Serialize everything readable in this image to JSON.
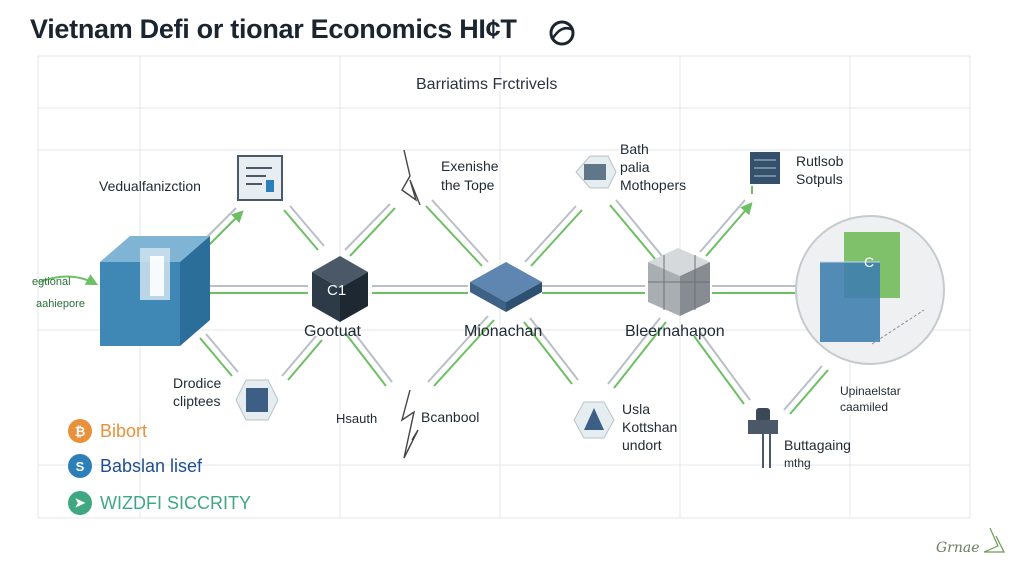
{
  "title": "Vietnam Defi or tionar Economics HI¢T",
  "subtitle": "Barriatims Frctrivels",
  "nodes": {
    "main_label_1": "Gootuat",
    "main_label_2": "Mionachan",
    "main_label_3": "Bleernahapon",
    "cube_code": "C1",
    "right_box_code": "C"
  },
  "labels": {
    "left_green": "egtional",
    "left_green_2": "aahiepore",
    "top_left": "Vedualfanizction",
    "top_mid_1": "Exenishe",
    "top_mid_2": "the Tope",
    "top_right_1": "Bath",
    "top_right_2": "palia",
    "top_right_3": "Mothopers",
    "far_right_1": "Rutlsob",
    "far_right_2": "Sotpuls",
    "bottom_left_1": "Drodice",
    "bottom_left_2": "cliptees",
    "bottom_mid_1": "Hsauth",
    "bottom_mid_2": "Bcanbool",
    "bottom_right_1": "Usla",
    "bottom_right_2": "Kottshan",
    "bottom_right_3": "undort",
    "far_bottom_1": "Buttagaing",
    "far_bottom_2": "mthg",
    "right_note_1": "Upinaelstar",
    "right_note_2": "caamiled"
  },
  "legend": [
    {
      "text": "Bibort",
      "color": "#e8913a",
      "text_color": "#e8913a"
    },
    {
      "text": "Babslan lisef",
      "color": "#2c7fb8",
      "text_color": "#1f4f8f"
    },
    {
      "text": "WIZDFI SICCRITY",
      "color": "#3fa883",
      "text_color": "#3fa883"
    }
  ],
  "watermark": "Grnae",
  "colors": {
    "green_line": "#6dbf63",
    "gray_line": "#b8bfc6",
    "cube_blue": "#3f87b5",
    "dark_cube": "#2d3a47"
  }
}
